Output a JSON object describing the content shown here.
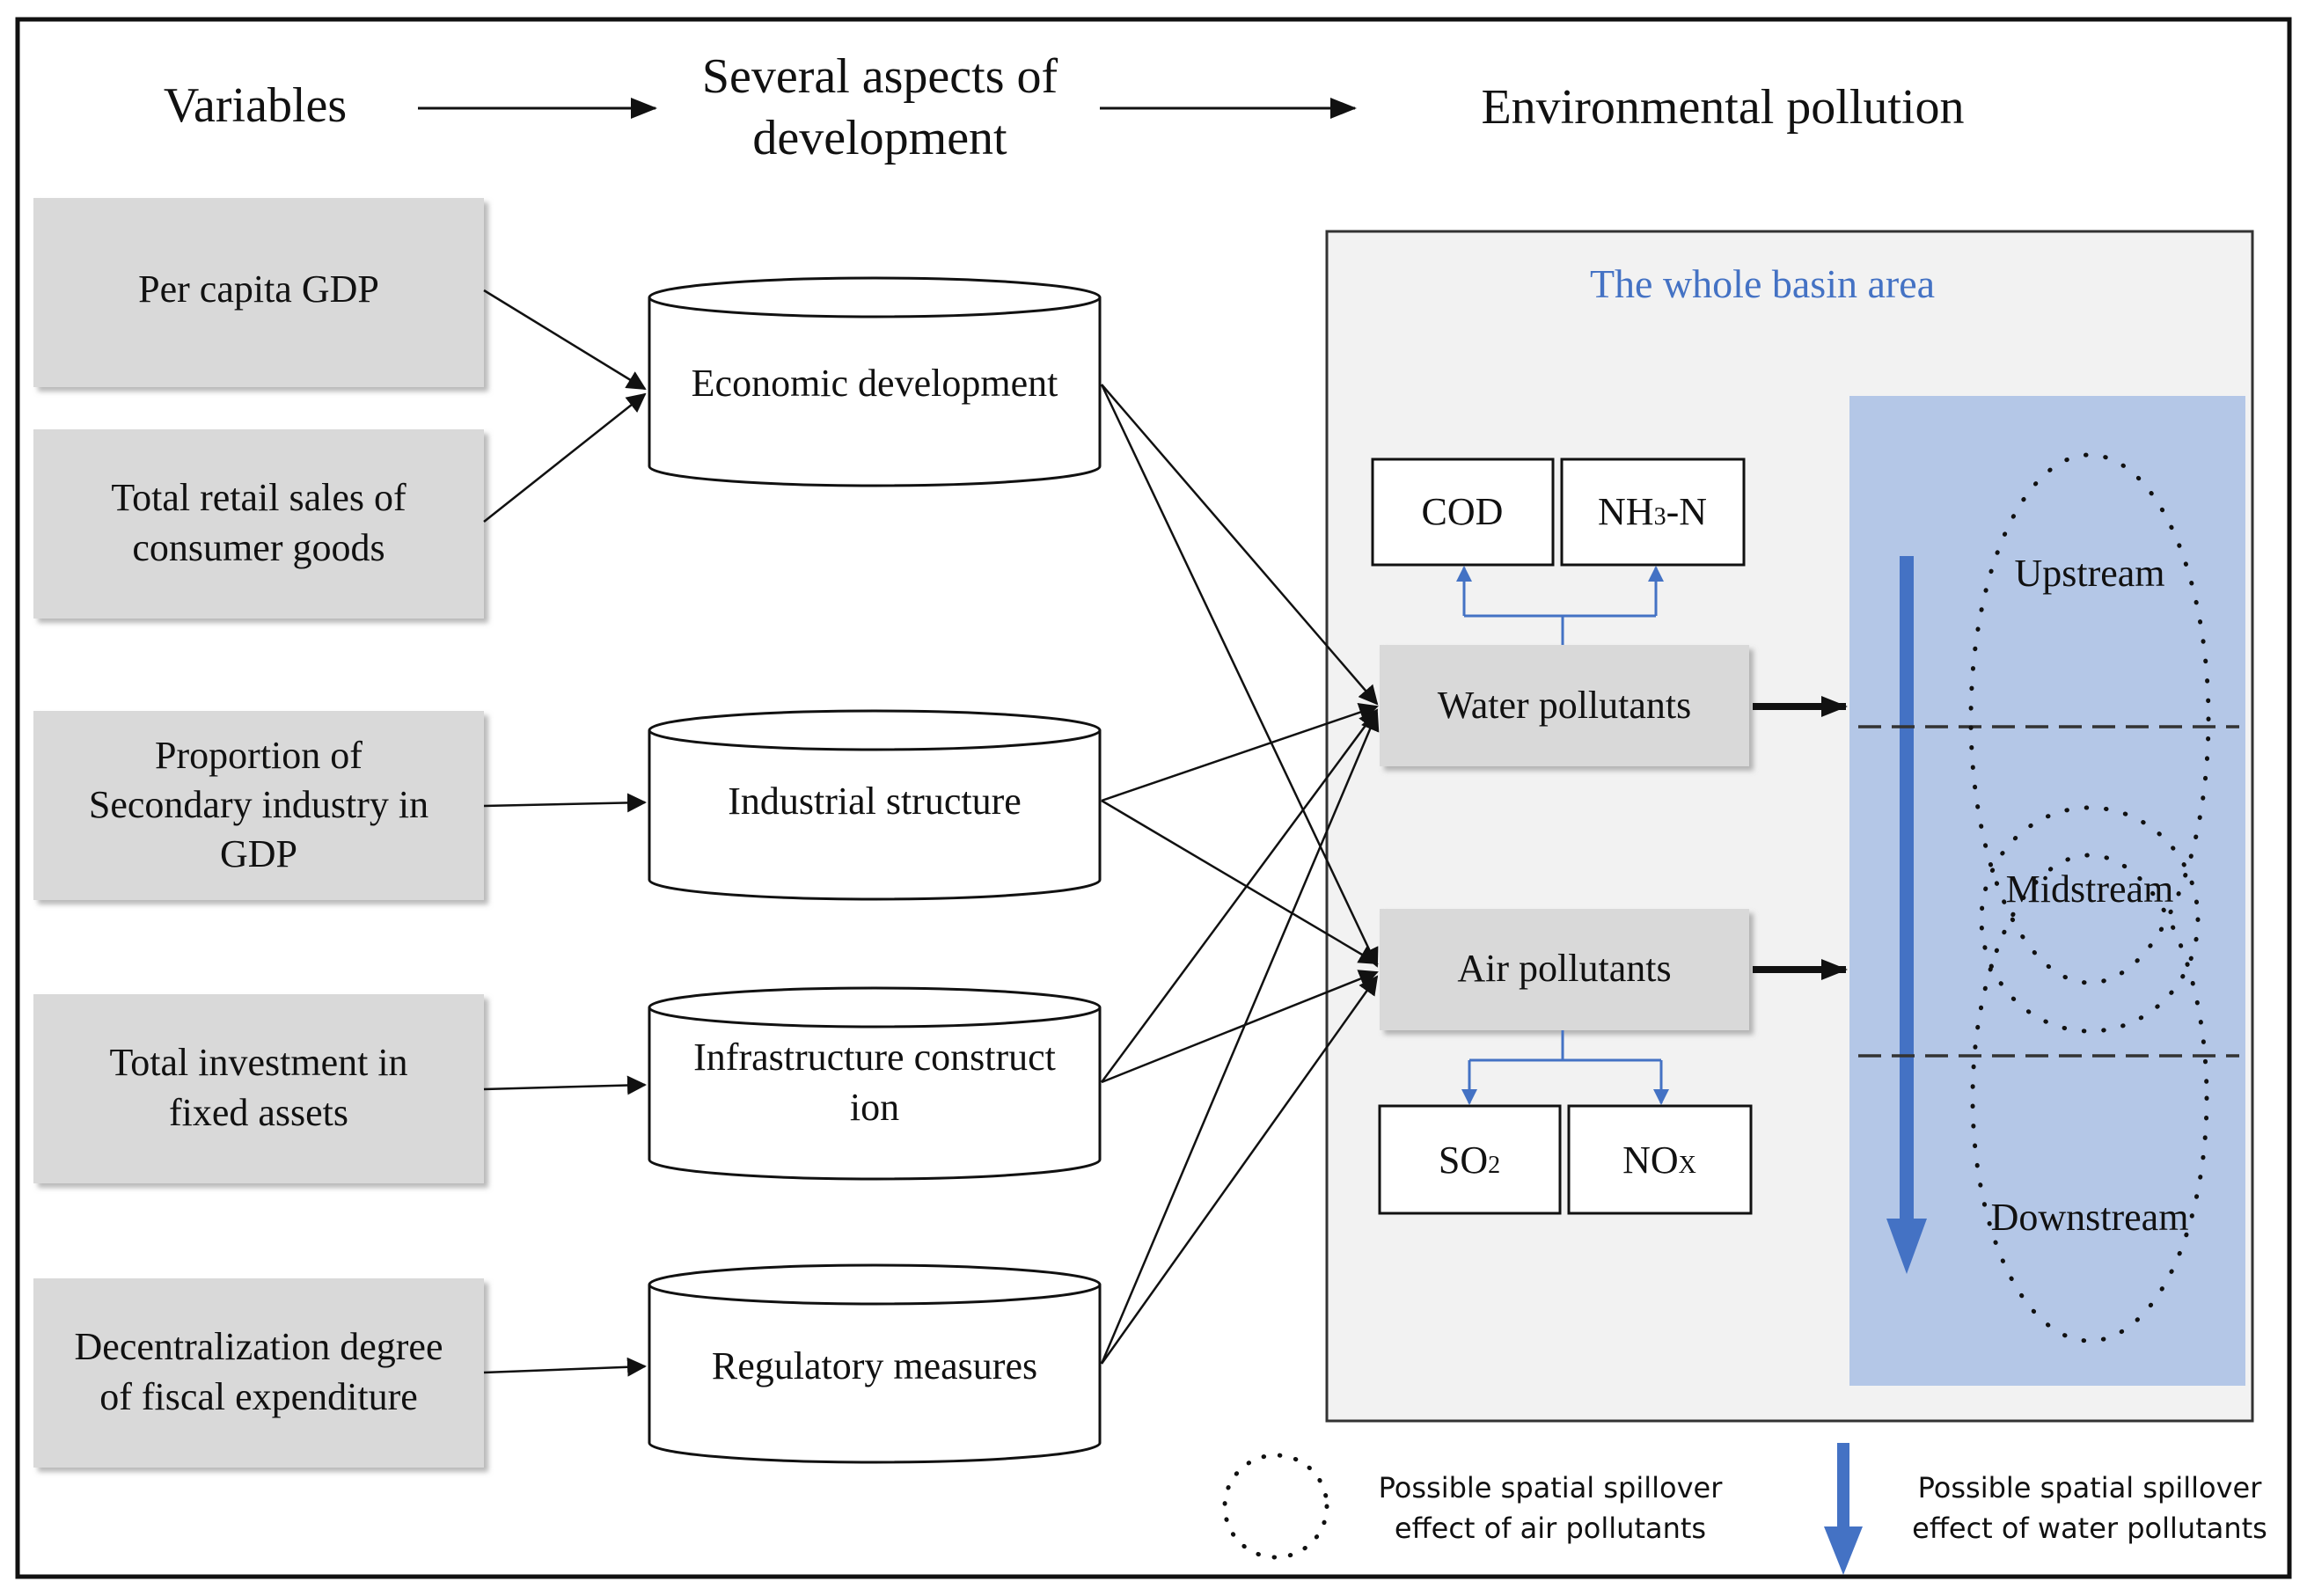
{
  "headers": {
    "variables": "Variables",
    "aspects_line1": "Several aspects of",
    "aspects_line2": "development",
    "pollution": "Environmental pollution"
  },
  "variables": {
    "gdp": "Per capita GDP",
    "retail_line1": "Total retail sales of",
    "retail_line2": "consumer goods",
    "secondary_line1": "Proportion of",
    "secondary_line2": "Secondary industry in",
    "secondary_line3": "GDP",
    "investment_line1": "Total investment in",
    "investment_line2": "fixed assets",
    "fiscal_line1": "Decentralization degree",
    "fiscal_line2": "of fiscal expenditure"
  },
  "aspects": {
    "economic": "Economic development",
    "industrial": "Industrial structure",
    "infrastructure_line1": "Infrastructure construct",
    "infrastructure_line2": "ion",
    "regulatory": "Regulatory measures"
  },
  "basin": {
    "title": "The whole basin area",
    "water": "Water pollutants",
    "air": "Air pollutants",
    "cod": "COD",
    "nh3_main": "NH",
    "nh3_sub": "3",
    "nh3_tail": "-N",
    "so2_main": "SO",
    "so2_sub": "2",
    "nox_main": "NO",
    "nox_sub": "X",
    "upstream": "Upstream",
    "midstream": "Midstream",
    "downstream": "Downstream"
  },
  "legend": {
    "air_line1": "Possible spatial spillover",
    "air_line2": "effect of air pollutants",
    "water_line1": "Possible spatial spillover",
    "water_line2": "effect of water pollutants"
  },
  "colors": {
    "box_fill": "#d9d9d9",
    "basin_fill": "#f2f2f2",
    "river_fill": "#b4c7e7",
    "blue_arrow": "#4472c4",
    "title_blue": "#4472c4"
  }
}
